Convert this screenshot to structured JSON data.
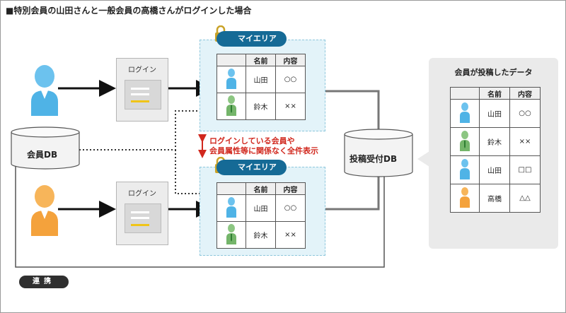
{
  "title": "■特別会員の山田さんと一般会員の高橋さんがログインした場合",
  "login_boxes": [
    {
      "label": "ログイン"
    },
    {
      "label": "ログイン"
    }
  ],
  "member_db": {
    "label": "会員DB"
  },
  "post_db": {
    "label": "投稿受付DB"
  },
  "myarea_tables": [
    {
      "tab": "マイエリア",
      "headers": [
        "名前",
        "内容"
      ],
      "rows": [
        {
          "avatar": "blue-person-icon",
          "name": "山田",
          "content": "○○"
        },
        {
          "avatar": "green-person-icon",
          "name": "鈴木",
          "content": "××"
        }
      ]
    },
    {
      "tab": "マイエリア",
      "headers": [
        "名前",
        "内容"
      ],
      "rows": [
        {
          "avatar": "blue-person-icon",
          "name": "山田",
          "content": "○○"
        },
        {
          "avatar": "green-person-icon",
          "name": "鈴木",
          "content": "××"
        }
      ]
    }
  ],
  "annotation": {
    "line1": "ログインしている会員や",
    "line2": "会員属性等に関係なく全件表示"
  },
  "posted_panel": {
    "title": "会員が投稿したデータ",
    "headers": [
      "名前",
      "内容"
    ],
    "rows": [
      {
        "avatar": "blue-person-icon",
        "name": "山田",
        "content": "○○"
      },
      {
        "avatar": "green-person-icon",
        "name": "鈴木",
        "content": "××"
      },
      {
        "avatar": "blue-person-icon",
        "name": "山田",
        "content": "□□"
      },
      {
        "avatar": "orange-person-icon",
        "name": "高橋",
        "content": "△△"
      }
    ]
  },
  "link_badge": "連携",
  "colors": {
    "tab_blue": "#156a96",
    "person_blue": "#4fb3e6",
    "person_orange": "#f4a23c",
    "person_green": "#74b56a",
    "annotation_red": "#d1281e",
    "lock_gold": "#c9a227"
  }
}
